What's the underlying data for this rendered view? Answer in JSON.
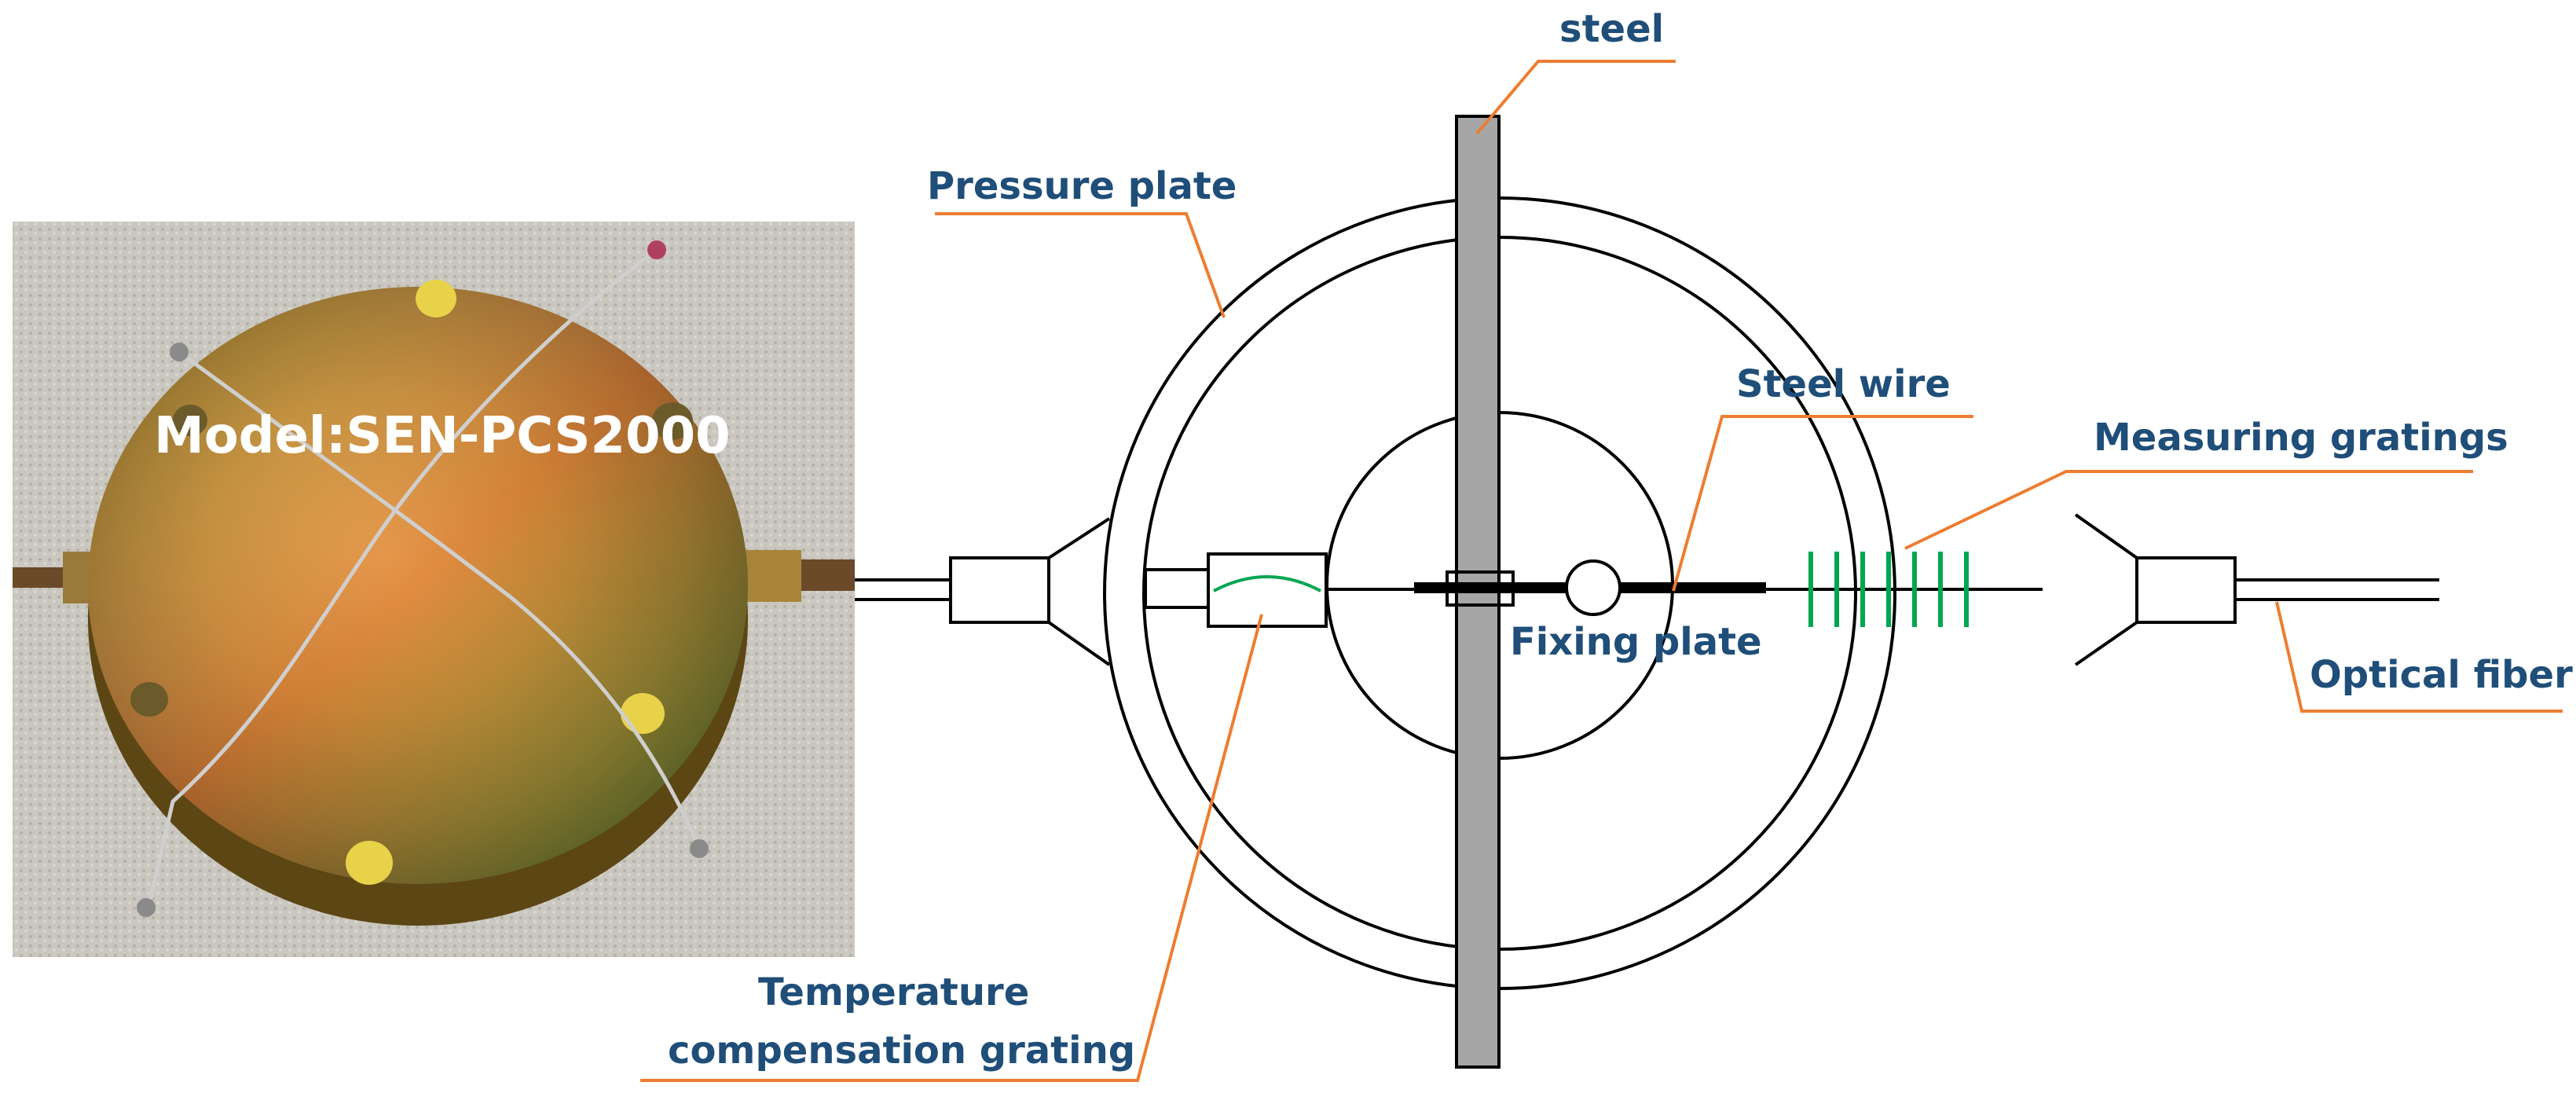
{
  "photo": {
    "model_label": "Model:SEN-PCS2000"
  },
  "labels": {
    "steel": "steel",
    "pressure_plate": "Pressure plate",
    "steel_wire": "Steel wire",
    "measuring_gratings": "Measuring gratings",
    "fixing_plate": "Fixing plate",
    "optical_fiber": "Optical fiber",
    "temperature_compensation_line1": "Temperature",
    "temperature_compensation_line2": "compensation grating"
  },
  "colors": {
    "label_text": "#1f4e79",
    "leader_line": "#ed7d31",
    "grating": "#00a651",
    "steel_fill": "#a6a6a6",
    "outline": "#000000"
  }
}
